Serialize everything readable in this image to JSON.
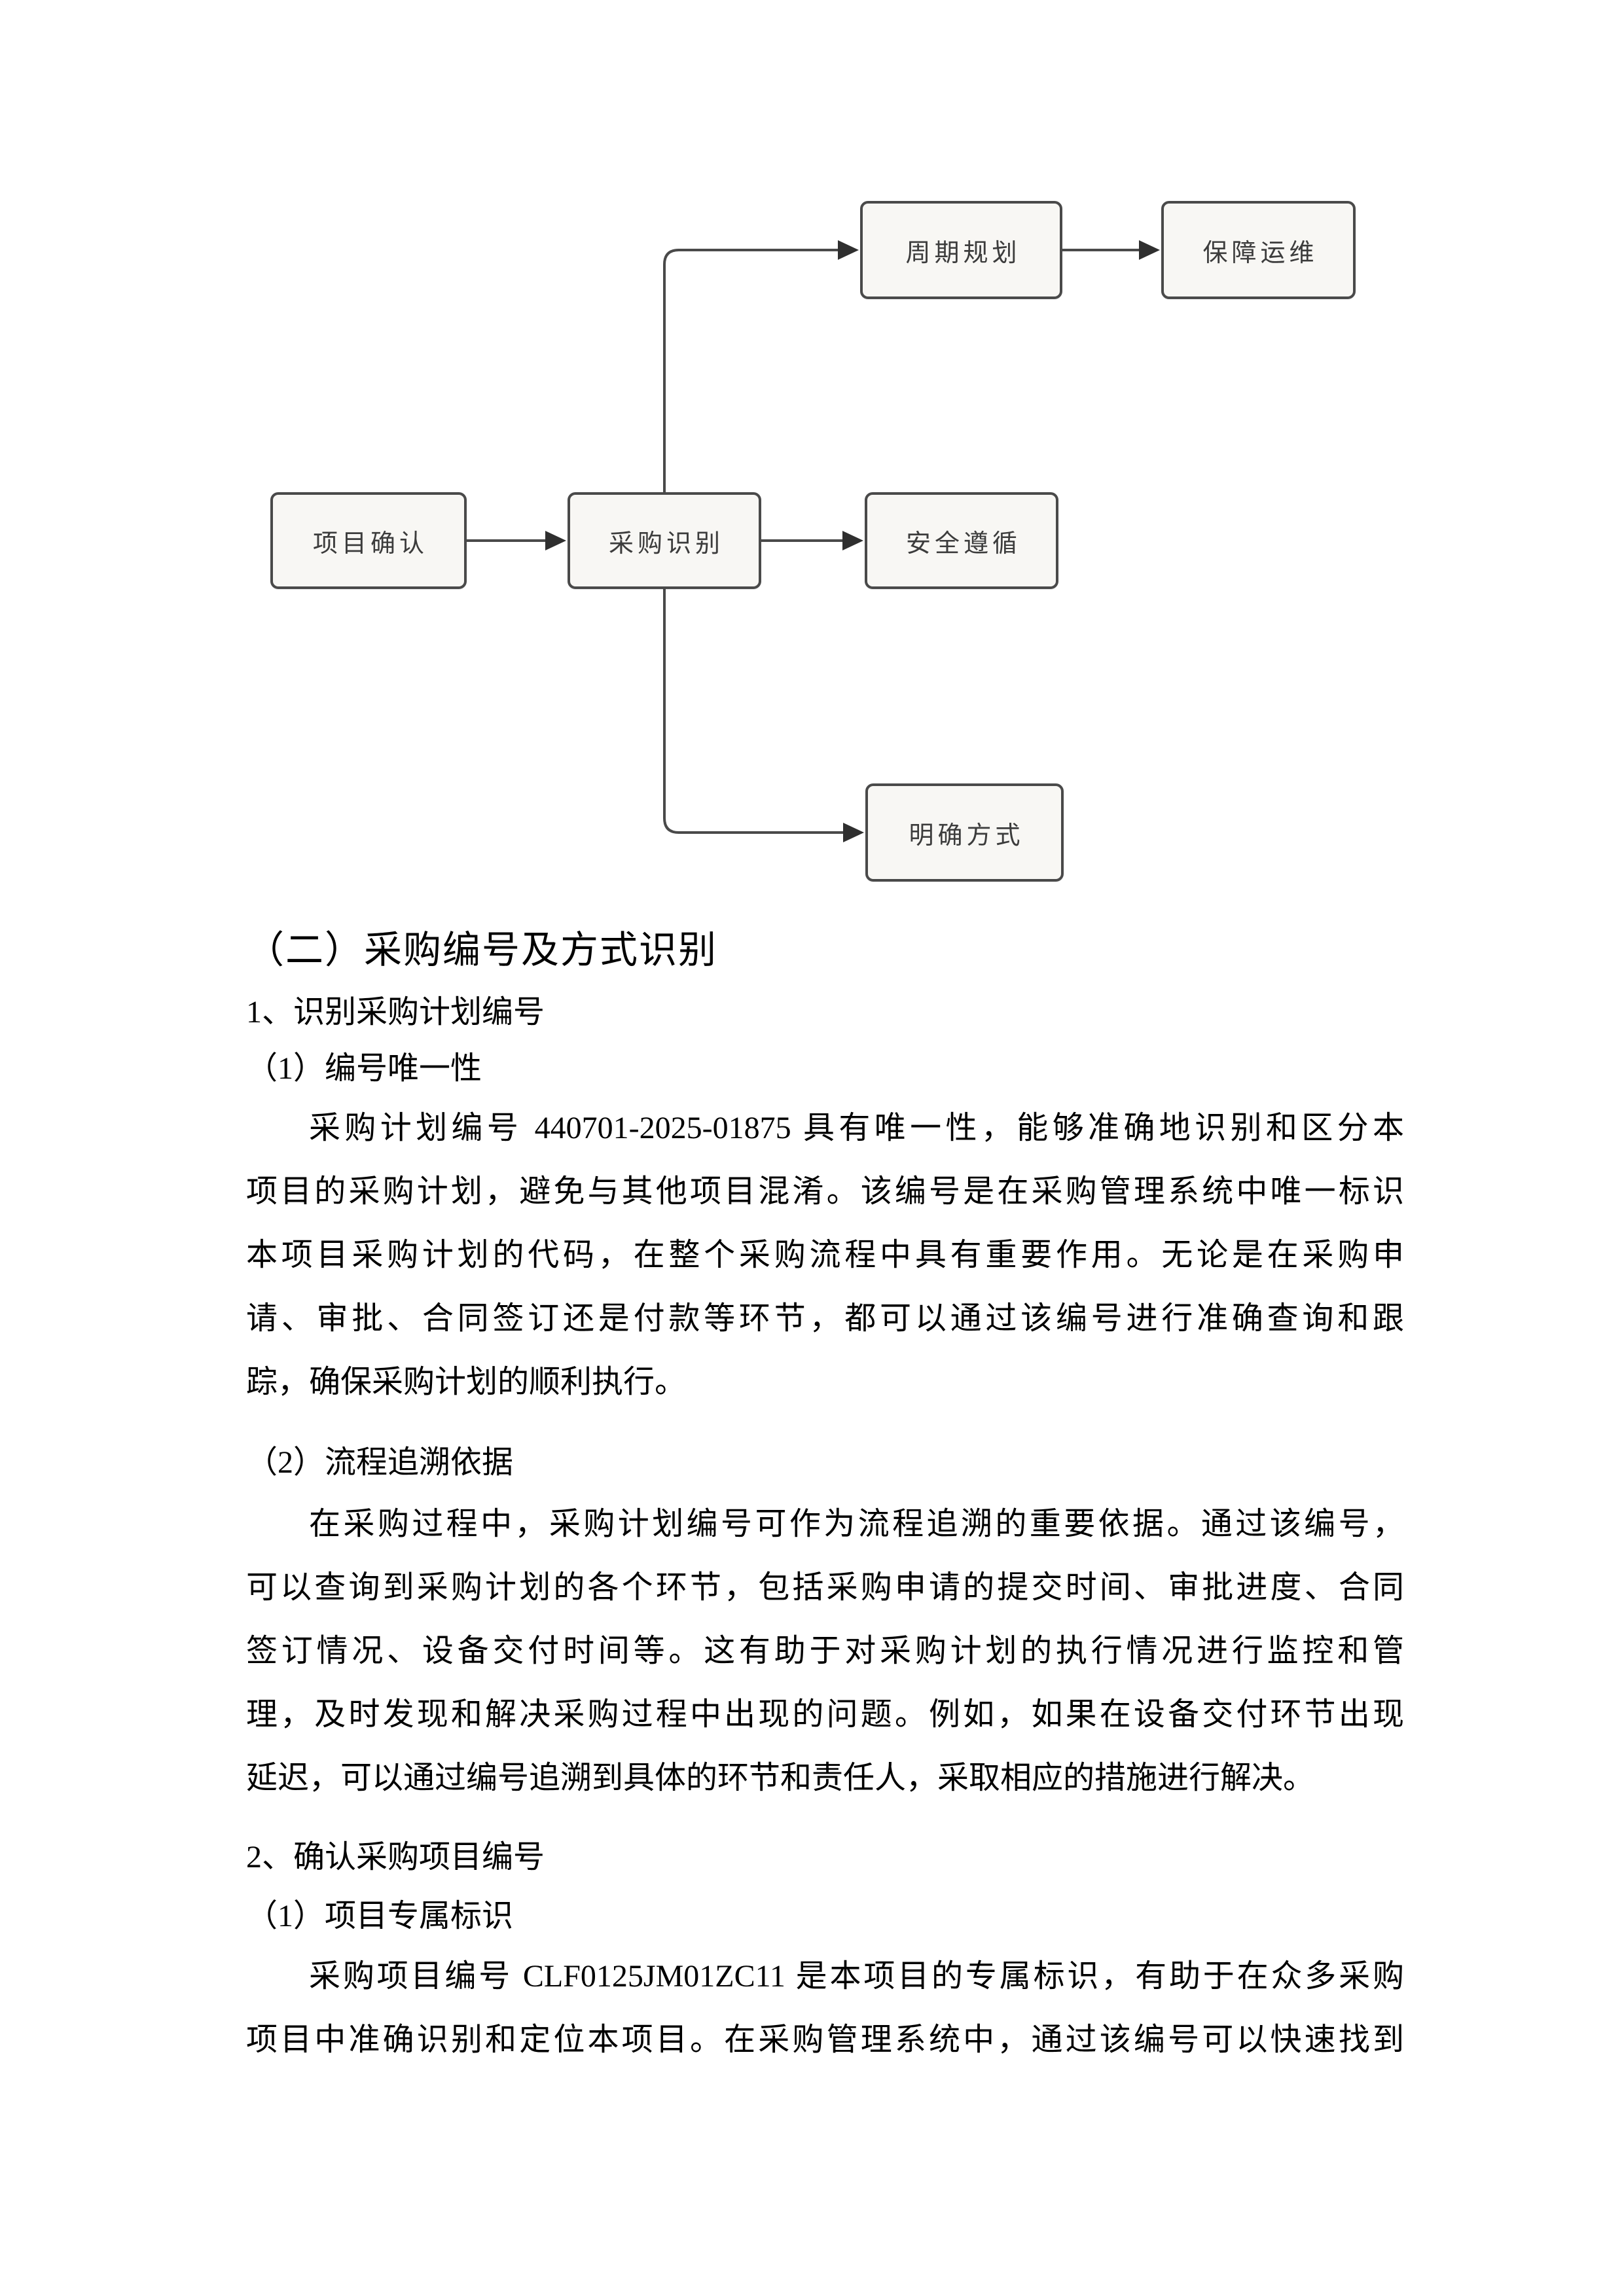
{
  "document": {
    "diagram": {
      "nodes": {
        "cycle": {
          "label": "周期规划"
        },
        "support": {
          "label": "保障运维"
        },
        "confirm": {
          "label": "项目确认"
        },
        "identify": {
          "label": "采购识别"
        },
        "security": {
          "label": "安全遵循"
        },
        "method": {
          "label": "明确方式"
        }
      },
      "style": {
        "border_color": "#4a4a4a",
        "fill_color": "#f8f7f4",
        "label_color": "#3c3c3c",
        "connector_color": "#4a4a4a"
      }
    },
    "content": {
      "heading": "（二）采购编号及方式识别",
      "sub1": "1、识别采购计划编号",
      "sub1_1": "（1）编号唯一性",
      "para1": {
        "line1": "采购计划编号 440701-2025-01875 具有唯一性，能够准确地识别和区分本",
        "line2": "项目的采购计划，避免与其他项目混淆。该编号是在采购管理系统中唯一标识",
        "line3": "本项目采购计划的代码，在整个采购流程中具有重要作用。无论是在采购申",
        "line4": "请、审批、合同签订还是付款等环节，都可以通过该编号进行准确查询和跟",
        "line5": "踪，确保采购计划的顺利执行。"
      },
      "sub1_2": "（2）流程追溯依据",
      "para2": {
        "line1": "在采购过程中，采购计划编号可作为流程追溯的重要依据。通过该编号，",
        "line2": "可以查询到采购计划的各个环节，包括采购申请的提交时间、审批进度、合同",
        "line3": "签订情况、设备交付时间等。这有助于对采购计划的执行情况进行监控和管",
        "line4": "理，及时发现和解决采购过程中出现的问题。例如，如果在设备交付环节出现",
        "line5": "延迟，可以通过编号追溯到具体的环节和责任人，采取相应的措施进行解决。"
      },
      "sub2": "2、确认采购项目编号",
      "sub2_1": "（1）项目专属标识",
      "para3": {
        "line1": "采购项目编号 CLF0125JM01ZC11 是本项目的专属标识，有助于在众多采购",
        "line2": "项目中准确识别和定位本项目。在采购管理系统中，通过该编号可以快速找到"
      }
    }
  }
}
